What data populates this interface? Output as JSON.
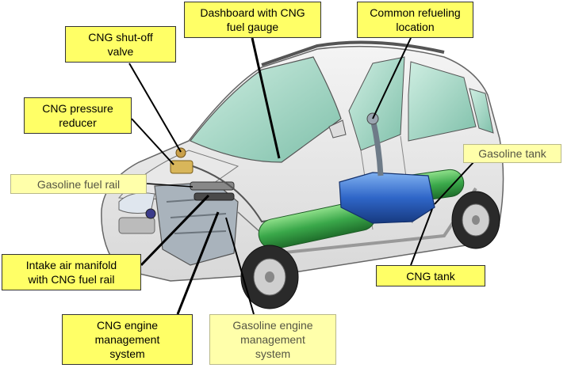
{
  "colors": {
    "cng_label_bg": "#ffff66",
    "gasoline_label_bg": "#ffffaa",
    "cng_tank": "#3aa84a",
    "gasoline_tank": "#2f66c8",
    "glass": "#a8d8c8"
  },
  "labels": {
    "dashboard": "Dashboard with CNG\nfuel gauge",
    "refueling": "Common refueling\nlocation",
    "shutoff": "CNG shut-off\nvalve",
    "reducer": "CNG pressure\nreducer",
    "gas_tank": "Gasoline tank",
    "gas_rail": "Gasoline fuel rail",
    "intake": "Intake air manifold\nwith CNG fuel rail",
    "cng_tank": "CNG tank",
    "cng_ems": "CNG engine\nmanagement\nsystem",
    "gas_ems": "Gasoline engine\nmanagement\nsystem"
  }
}
